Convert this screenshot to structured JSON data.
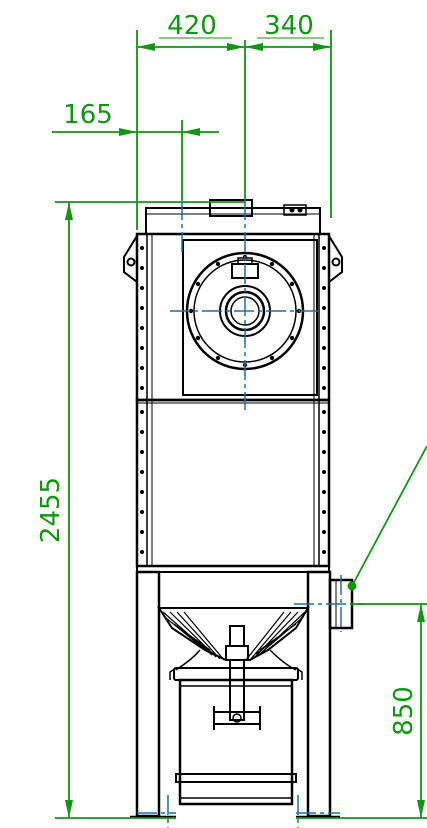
{
  "colors": {
    "outline": "#000000",
    "dimension": "#109610",
    "centerline": "#1a6fb0",
    "background": "#ffffff"
  },
  "dimensions": {
    "width_left": "420",
    "width_right": "340",
    "offset_165": "165",
    "total_height": "2455",
    "inlet_height": "850"
  }
}
